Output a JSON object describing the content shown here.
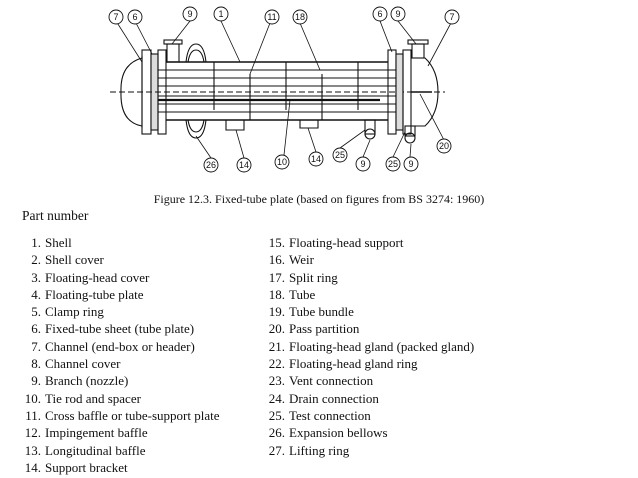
{
  "figure": {
    "caption": "Figure 12.3.   Fixed-tube plate (based on figures from BS 3274: 1960)",
    "callouts_top": [
      "7",
      "6",
      "9",
      "1",
      "11",
      "18",
      "6",
      "9",
      "7"
    ],
    "callouts_bottom": [
      "26",
      "14",
      "10",
      "14",
      "25",
      "9",
      "25",
      "9",
      "20"
    ]
  },
  "parts": {
    "heading": "Part number",
    "left": [
      {
        "num": "1.",
        "name": "Shell"
      },
      {
        "num": "2.",
        "name": "Shell cover"
      },
      {
        "num": "3.",
        "name": "Floating-head cover"
      },
      {
        "num": "4.",
        "name": "Floating-tube plate"
      },
      {
        "num": "5.",
        "name": "Clamp ring"
      },
      {
        "num": "6.",
        "name": "Fixed-tube sheet (tube plate)"
      },
      {
        "num": "7.",
        "name": "Channel (end-box or header)"
      },
      {
        "num": "8.",
        "name": "Channel cover"
      },
      {
        "num": "9.",
        "name": "Branch (nozzle)"
      },
      {
        "num": "10.",
        "name": "Tie rod and spacer"
      },
      {
        "num": "11.",
        "name": "Cross baffle or tube-support plate"
      },
      {
        "num": "12.",
        "name": "Impingement baffle"
      },
      {
        "num": "13.",
        "name": "Longitudinal baffle"
      },
      {
        "num": "14.",
        "name": "Support bracket"
      }
    ],
    "right": [
      {
        "num": "15.",
        "name": "Floating-head support"
      },
      {
        "num": "16.",
        "name": "Weir"
      },
      {
        "num": "17.",
        "name": "Split ring"
      },
      {
        "num": "18.",
        "name": "Tube"
      },
      {
        "num": "19.",
        "name": "Tube bundle"
      },
      {
        "num": "20.",
        "name": "Pass partition"
      },
      {
        "num": "21.",
        "name": "Floating-head gland (packed gland)"
      },
      {
        "num": "22.",
        "name": "Floating-head gland ring"
      },
      {
        "num": "23.",
        "name": "Vent connection"
      },
      {
        "num": "24.",
        "name": "Drain connection"
      },
      {
        "num": "25.",
        "name": "Test connection"
      },
      {
        "num": "26.",
        "name": "Expansion bellows"
      },
      {
        "num": "27.",
        "name": "Lifting ring"
      }
    ]
  }
}
